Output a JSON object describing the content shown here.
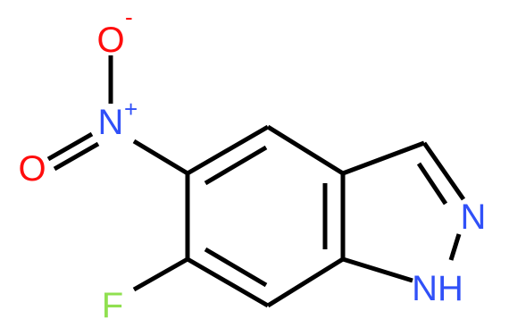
{
  "molecule": {
    "atoms": {
      "o_top": {
        "symbol": "O",
        "charge": "-",
        "color": "#ff0d0d"
      },
      "n_nitro": {
        "symbol": "N",
        "charge": "+",
        "color": "#3050f8"
      },
      "o_left": {
        "symbol": "O",
        "color": "#ff0d0d"
      },
      "n_ring": {
        "symbol": "N",
        "color": "#3050f8"
      },
      "nh_ring": {
        "symbol": "NH",
        "color": "#3050f8"
      },
      "f": {
        "symbol": "F",
        "color": "#90e050"
      }
    },
    "colors": {
      "bond": "#000000",
      "oxygen": "#ff0d0d",
      "nitrogen": "#3050f8",
      "fluorine": "#90e050"
    }
  }
}
